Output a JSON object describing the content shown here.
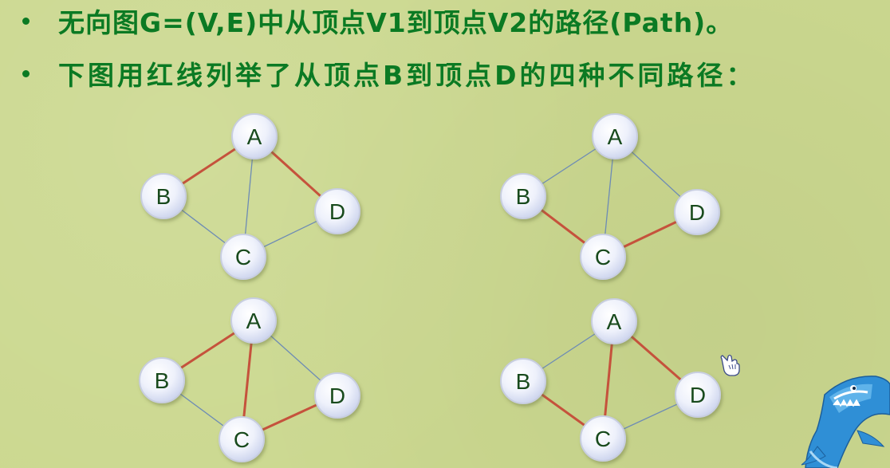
{
  "bullets": [
    {
      "text": "无向图G=(V,E)中从顶点V1到顶点V2的路径(Path)。"
    },
    {
      "text": "下图用红线列举了从顶点B到顶点D的四种不同路径："
    }
  ],
  "graphs": [
    {
      "nodes": [
        "A",
        "B",
        "C",
        "D"
      ],
      "red_path": [
        "B",
        "A",
        "D"
      ],
      "edges": [
        [
          "A",
          "B",
          "red"
        ],
        [
          "A",
          "D",
          "red"
        ],
        [
          "A",
          "C",
          "blue"
        ],
        [
          "B",
          "C",
          "blue"
        ],
        [
          "C",
          "D",
          "blue"
        ]
      ]
    },
    {
      "nodes": [
        "A",
        "B",
        "C",
        "D"
      ],
      "red_path": [
        "B",
        "C",
        "D"
      ],
      "edges": [
        [
          "A",
          "B",
          "blue"
        ],
        [
          "A",
          "D",
          "blue"
        ],
        [
          "A",
          "C",
          "blue"
        ],
        [
          "B",
          "C",
          "red"
        ],
        [
          "C",
          "D",
          "red"
        ]
      ]
    },
    {
      "nodes": [
        "A",
        "B",
        "C",
        "D"
      ],
      "red_path": [
        "B",
        "A",
        "C",
        "D"
      ],
      "edges": [
        [
          "A",
          "B",
          "red"
        ],
        [
          "A",
          "D",
          "blue"
        ],
        [
          "A",
          "C",
          "red"
        ],
        [
          "B",
          "C",
          "blue"
        ],
        [
          "C",
          "D",
          "red"
        ]
      ]
    },
    {
      "nodes": [
        "A",
        "B",
        "C",
        "D"
      ],
      "red_path": [
        "B",
        "C",
        "A",
        "D"
      ],
      "edges": [
        [
          "A",
          "B",
          "blue"
        ],
        [
          "A",
          "D",
          "red"
        ],
        [
          "A",
          "C",
          "red"
        ],
        [
          "B",
          "C",
          "red"
        ],
        [
          "C",
          "D",
          "blue"
        ]
      ]
    }
  ],
  "colors": {
    "text_green": "#0b7a23",
    "path_red": "#c5523c",
    "edge_blue": "#6d8bb5",
    "background": "#cbd88f"
  },
  "icons": {
    "cursor": "hand-pointer-icon",
    "mascot": "shark-mascot-icon"
  }
}
